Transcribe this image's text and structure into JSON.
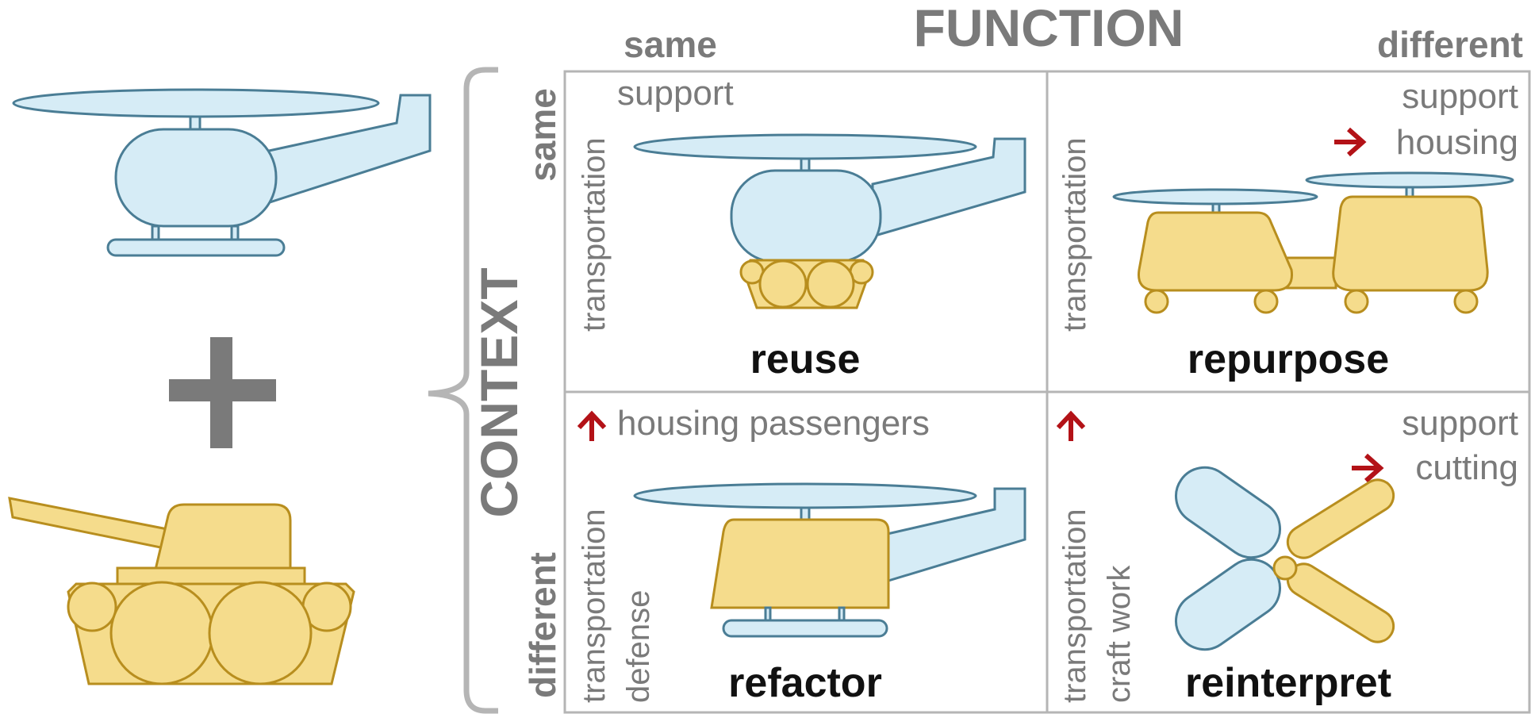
{
  "axes": {
    "function_title": "FUNCTION",
    "function_same": "same",
    "function_different": "different",
    "context_title": "CONTEXT",
    "context_same": "same",
    "context_different": "different"
  },
  "quadrants": {
    "reuse": {
      "title": "reuse",
      "context_labels": [
        "transportation"
      ],
      "function_lines": [
        "support"
      ]
    },
    "repurpose": {
      "title": "repurpose",
      "context_labels": [
        "transportation"
      ],
      "function_lines": [
        "support",
        "housing"
      ]
    },
    "refactor": {
      "title": "refactor",
      "context_labels": [
        "transportation",
        "defense"
      ],
      "function_lines": [
        "housing passengers"
      ]
    },
    "reinterpret": {
      "title": "reinterpret",
      "context_labels": [
        "transportation",
        "craft work"
      ],
      "function_lines": [
        "support",
        "cutting"
      ]
    }
  },
  "legend": {
    "combine_symbol": "+"
  },
  "colors": {
    "helicopter_fill": "#d6ecf6",
    "helicopter_stroke": "#4a7d95",
    "tank_fill": "#f5dc8c",
    "tank_stroke": "#b88e1e",
    "arrow": "#b31217",
    "label_gray": "#7a7a7a"
  },
  "icons": {
    "arrow_up": "arrow-up-icon",
    "arrow_right": "arrow-right-icon"
  }
}
